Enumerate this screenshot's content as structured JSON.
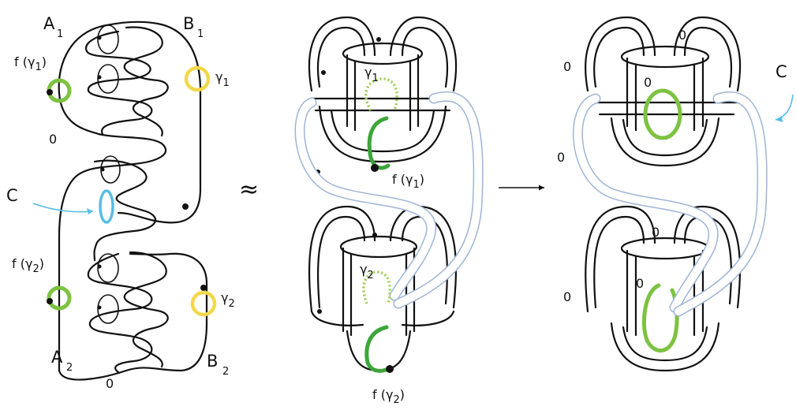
{
  "panel_left": {
    "A1": "A",
    "A1_sub": "1",
    "B1": "B",
    "B1_sub": "1",
    "f_g1_pre": "f (",
    "f_g1_g": "γ",
    "f_g1_sub": "1",
    "f_g1_post": ")",
    "g1": "γ",
    "g1_sub": "1",
    "zero_top": "0",
    "C": "C",
    "f_g2_pre": "f (",
    "f_g2_g": "γ",
    "f_g2_sub": "2",
    "f_g2_post": ")",
    "g2": "γ",
    "g2_sub": "2",
    "A2": "A",
    "A2_sub": "2",
    "B2": "B",
    "B2_sub": "2",
    "zero_bottom": "0"
  },
  "approx_symbol": "≈",
  "panel_middle": {
    "g1": "γ",
    "g1_sub": "1",
    "f_g1_pre": "f (",
    "f_g1_g": "γ",
    "f_g1_sub": "1",
    "f_g1_post": ")",
    "g2": "γ",
    "g2_sub": "2",
    "f_g2_pre": "f (",
    "f_g2_g": "γ",
    "f_g2_sub": "2",
    "f_g2_post": ")"
  },
  "panel_right": {
    "zero_top": "0",
    "zero_left_top": "0",
    "zero_inner_top": "0",
    "zero_band": "0",
    "zero_bottom_top": "0",
    "zero_left_bottom": "0",
    "zero_inner_bottom": "0",
    "C": "C"
  },
  "colors": {
    "green": "#7dc242",
    "dark_green": "#3da53a",
    "yellow": "#f2d84a",
    "cyan": "#57bde4",
    "band": "#9fb4d6"
  }
}
